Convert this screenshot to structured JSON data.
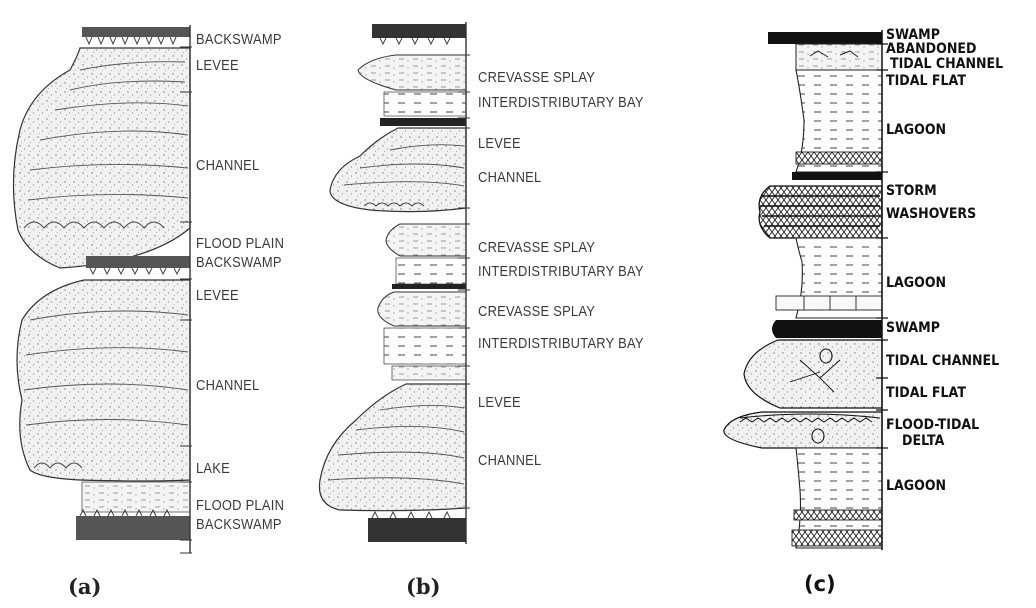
{
  "columns": {
    "a": {
      "caption": "(a)",
      "labels": [
        "BACKSWAMP",
        "LEVEE",
        "CHANNEL",
        "FLOOD PLAIN",
        "BACKSWAMP",
        "LEVEE",
        "CHANNEL",
        "LAKE",
        "FLOOD PLAIN",
        "BACKSWAMP"
      ]
    },
    "b": {
      "caption": "(b)",
      "labels": [
        "CREVASSE SPLAY",
        "INTERDISTRIBUTARY BAY",
        "LEVEE",
        "CHANNEL",
        "CREVASSE SPLAY",
        "INTERDISTRIBUTARY BAY",
        "CREVASSE SPLAY",
        "INTERDISTRIBUTARY BAY",
        "LEVEE",
        "CHANNEL"
      ]
    },
    "c": {
      "caption": "(c)",
      "labels": [
        "SWAMP",
        "ABANDONED",
        "TIDAL CHANNEL",
        "TIDAL FLAT",
        "LAGOON",
        "STORM",
        "WASHOVERS",
        "LAGOON",
        "SWAMP",
        "TIDAL CHANNEL",
        "TIDAL FLAT",
        "FLOOD-TIDAL",
        "DELTA",
        "LAGOON"
      ]
    }
  }
}
